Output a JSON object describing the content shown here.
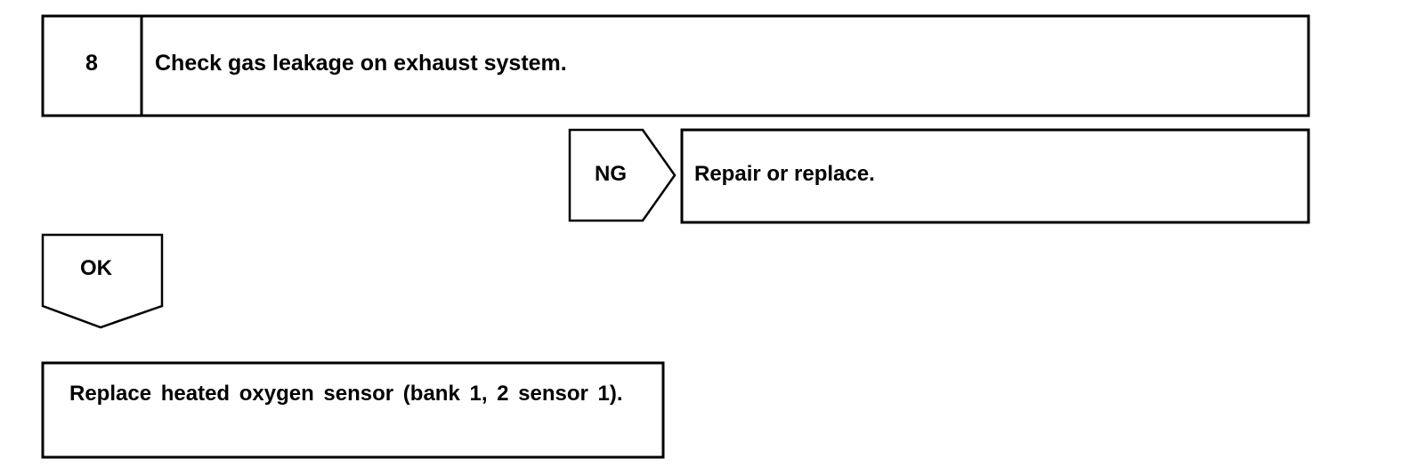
{
  "step": {
    "number": "8",
    "title": "Check gas leakage on exhaust system."
  },
  "ng_branch": {
    "label": "NG",
    "action": "Repair or replace."
  },
  "ok_branch": {
    "label": "OK",
    "action": "Replace heated oxygen sensor (bank 1, 2 sensor 1)."
  },
  "colors": {
    "line": "#000000",
    "background": "#ffffff"
  }
}
